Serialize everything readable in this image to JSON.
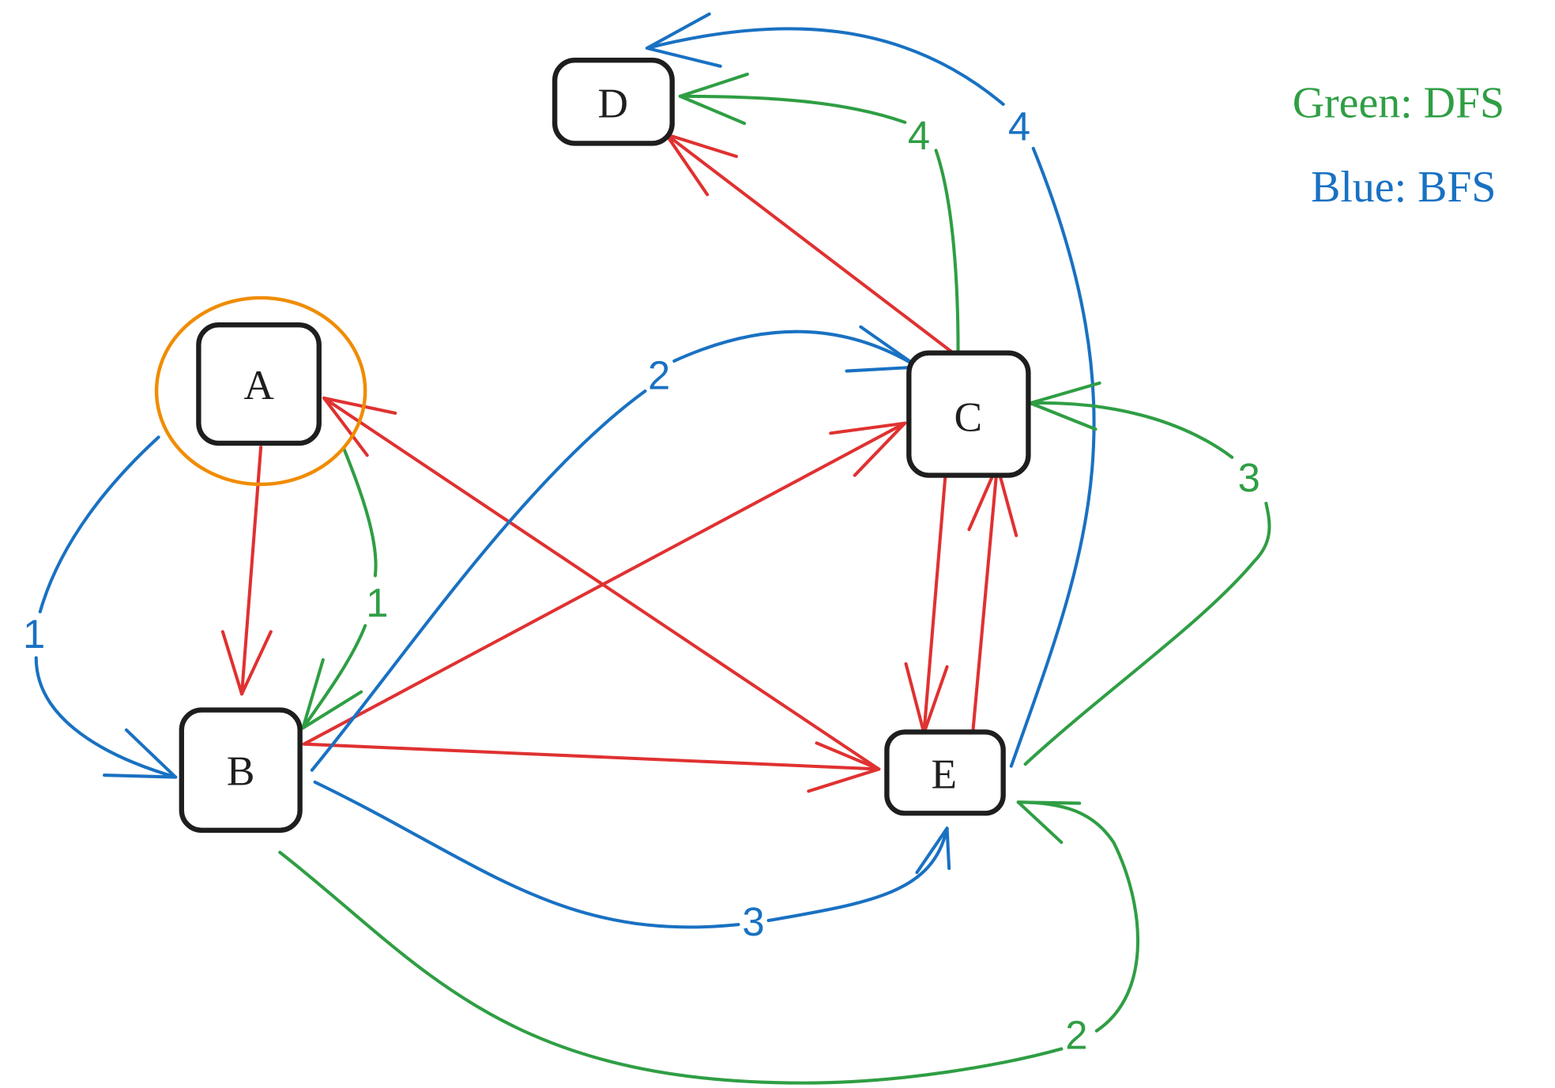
{
  "colors": {
    "graph_edge": "#e03131",
    "dfs": "#2f9e44",
    "bfs": "#1971c2",
    "start_highlight": "#f08c00",
    "node_stroke": "#1e1e1e"
  },
  "legend": {
    "dfs_label": "Green: DFS",
    "bfs_label": "Blue: BFS"
  },
  "nodes": [
    {
      "id": "A",
      "label": "A",
      "start": true
    },
    {
      "id": "B",
      "label": "B"
    },
    {
      "id": "C",
      "label": "C"
    },
    {
      "id": "D",
      "label": "D"
    },
    {
      "id": "E",
      "label": "E"
    }
  ],
  "graph_edges": [
    {
      "from": "A",
      "to": "B"
    },
    {
      "from": "B",
      "to": "C"
    },
    {
      "from": "B",
      "to": "E"
    },
    {
      "from": "E",
      "to": "A"
    },
    {
      "from": "C",
      "to": "D"
    },
    {
      "from": "C",
      "to": "E"
    },
    {
      "from": "E",
      "to": "C"
    }
  ],
  "bfs_edges": [
    {
      "from": "A",
      "to": "B",
      "order": "1"
    },
    {
      "from": "B",
      "to": "C",
      "order": "2"
    },
    {
      "from": "B",
      "to": "E",
      "order": "3"
    },
    {
      "from": "E",
      "to": "D",
      "order": "4"
    }
  ],
  "dfs_edges": [
    {
      "from": "A",
      "to": "B",
      "order": "1"
    },
    {
      "from": "B",
      "to": "E",
      "order": "2"
    },
    {
      "from": "E",
      "to": "C",
      "order": "3"
    },
    {
      "from": "C",
      "to": "D",
      "order": "4"
    }
  ]
}
